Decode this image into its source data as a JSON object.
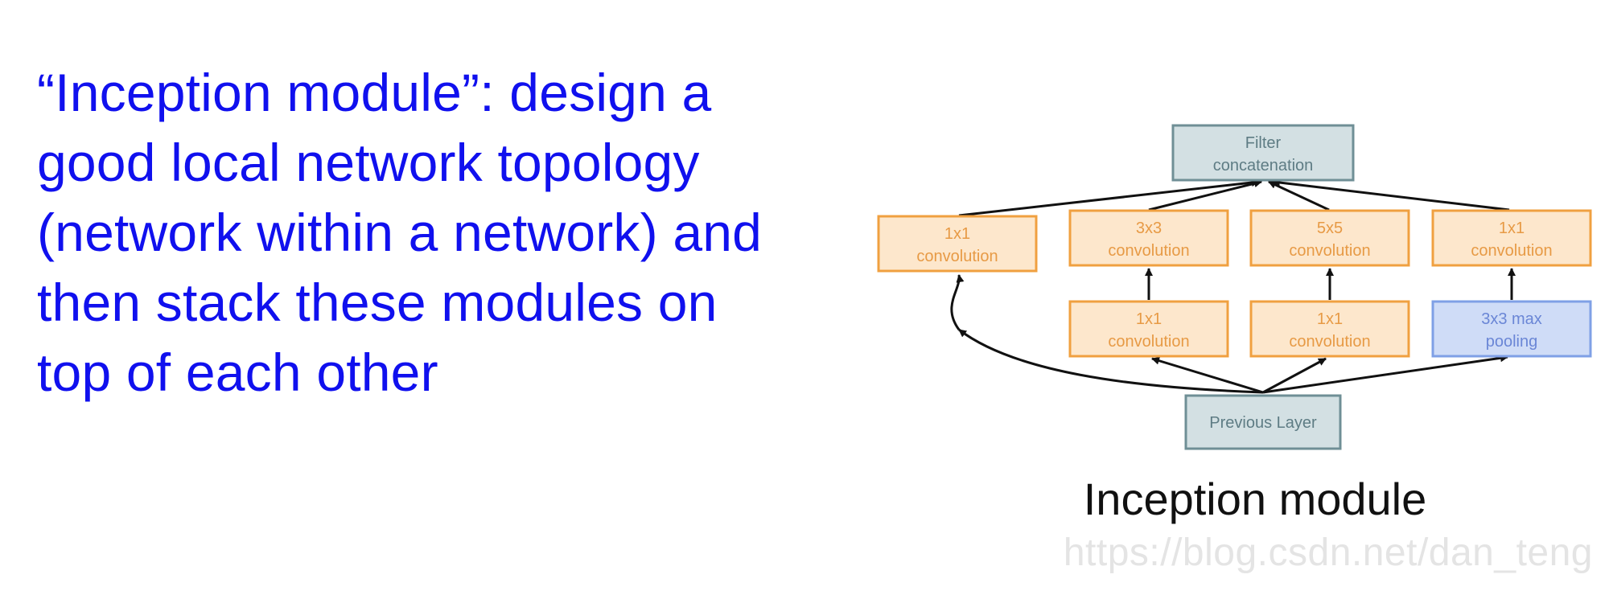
{
  "slide": {
    "text_lines": [
      "“Inception module”: design a",
      "good local network topology",
      "(network within a network) and",
      "then stack these modules on",
      "top of each other"
    ]
  },
  "diagram": {
    "nodes": {
      "filter_concat": [
        "Filter",
        "concatenation"
      ],
      "conv1x1_a": [
        "1x1",
        "convolution"
      ],
      "conv3x3": [
        "3x3",
        "convolution"
      ],
      "conv5x5": [
        "5x5",
        "convolution"
      ],
      "conv1x1_d": [
        "1x1",
        "convolution"
      ],
      "conv1x1_b": [
        "1x1",
        "convolution"
      ],
      "conv1x1_c": [
        "1x1",
        "convolution"
      ],
      "maxpool": [
        "3x3 max",
        "pooling"
      ],
      "previous_layer": [
        "Previous Layer"
      ]
    },
    "caption": "Inception module"
  },
  "colors": {
    "text_blue": "#1010ee",
    "conv_fill": "#fde7cc",
    "conv_stroke": "#f0a040",
    "conv_text": "#e79a45",
    "pool_fill": "#cfdcf7",
    "pool_stroke": "#7fa0e6",
    "pool_text": "#6a86d6",
    "gray_fill": "#d3e0e3",
    "gray_stroke": "#6f8f96",
    "gray_text": "#5e7c84"
  },
  "watermark": "https://blog.csdn.net/dan_teng"
}
